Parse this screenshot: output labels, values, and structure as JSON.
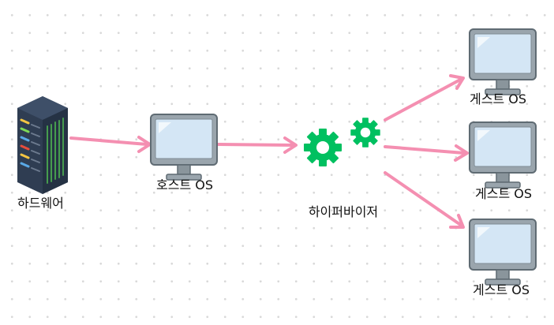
{
  "nodes": {
    "hardware": {
      "label": "하드웨어"
    },
    "host_os": {
      "label": "호스트 OS"
    },
    "hypervisor": {
      "label": "하이퍼바이저"
    },
    "guest_top": {
      "label": "게스트 OS"
    },
    "guest_middle": {
      "label": "게스트 OS"
    },
    "guest_bottom": {
      "label": "게스트 OS"
    }
  },
  "colors": {
    "arrow": "#f48fb1",
    "gear": "#00c060",
    "monitor_frame": "#9aa5ad",
    "monitor_frame_dark": "#5f6b73",
    "monitor_screen": "#d4e6f5",
    "server_body": "#2f3d52",
    "server_top": "#3e4f68"
  }
}
